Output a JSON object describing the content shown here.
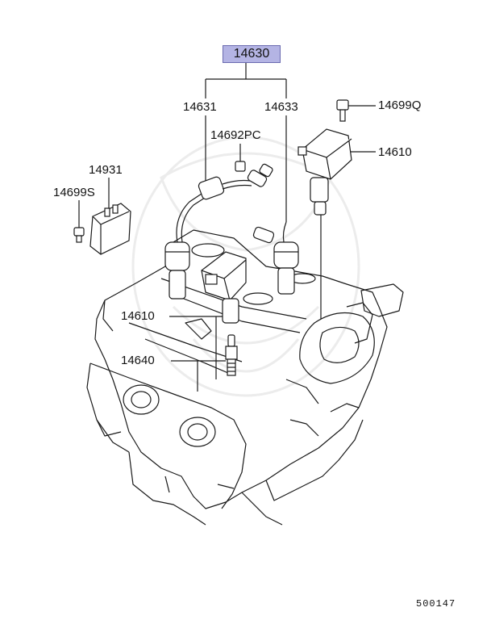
{
  "diagram": {
    "main_part": "14630",
    "parts": {
      "p14631": "14631",
      "p14633": "14633",
      "p14699q": "14699Q",
      "p14692pc": "14692PC",
      "p14610_top": "14610",
      "p14931": "14931",
      "p14699s": "14699S",
      "p14610_mid": "14610",
      "p14640": "14640"
    },
    "drawing_number": "500147",
    "line_color": "#1a1a1a",
    "highlight_color": "#b4b4e4"
  }
}
